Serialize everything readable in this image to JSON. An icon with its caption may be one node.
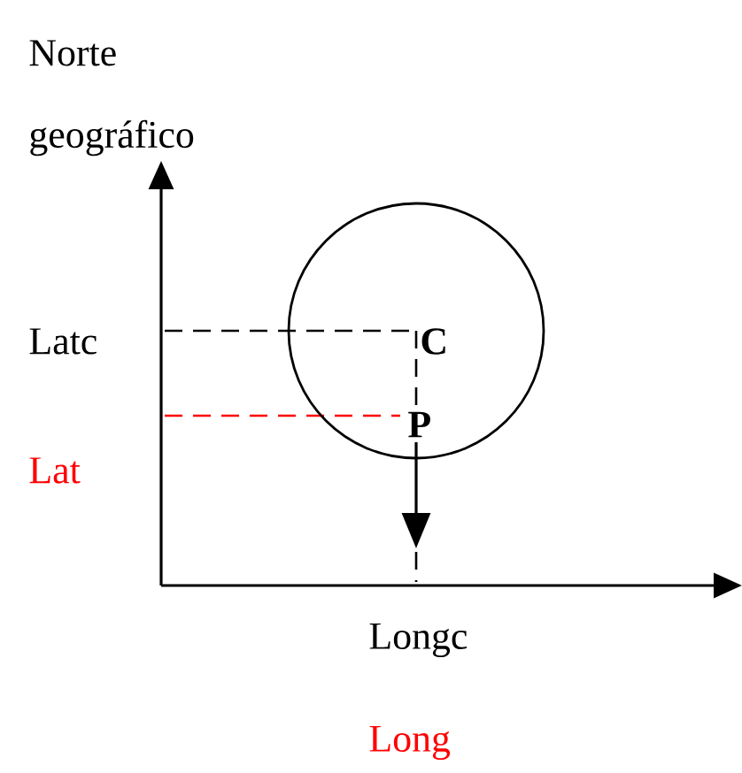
{
  "diagram": {
    "nodes": [
      {
        "text": [],
        "shape": "circle"
      }
    ],
    "labels": [
      "Norte",
      "geográfico",
      "Latc",
      "C",
      "P",
      "Lat",
      "Longc",
      "Long"
    ]
  }
}
